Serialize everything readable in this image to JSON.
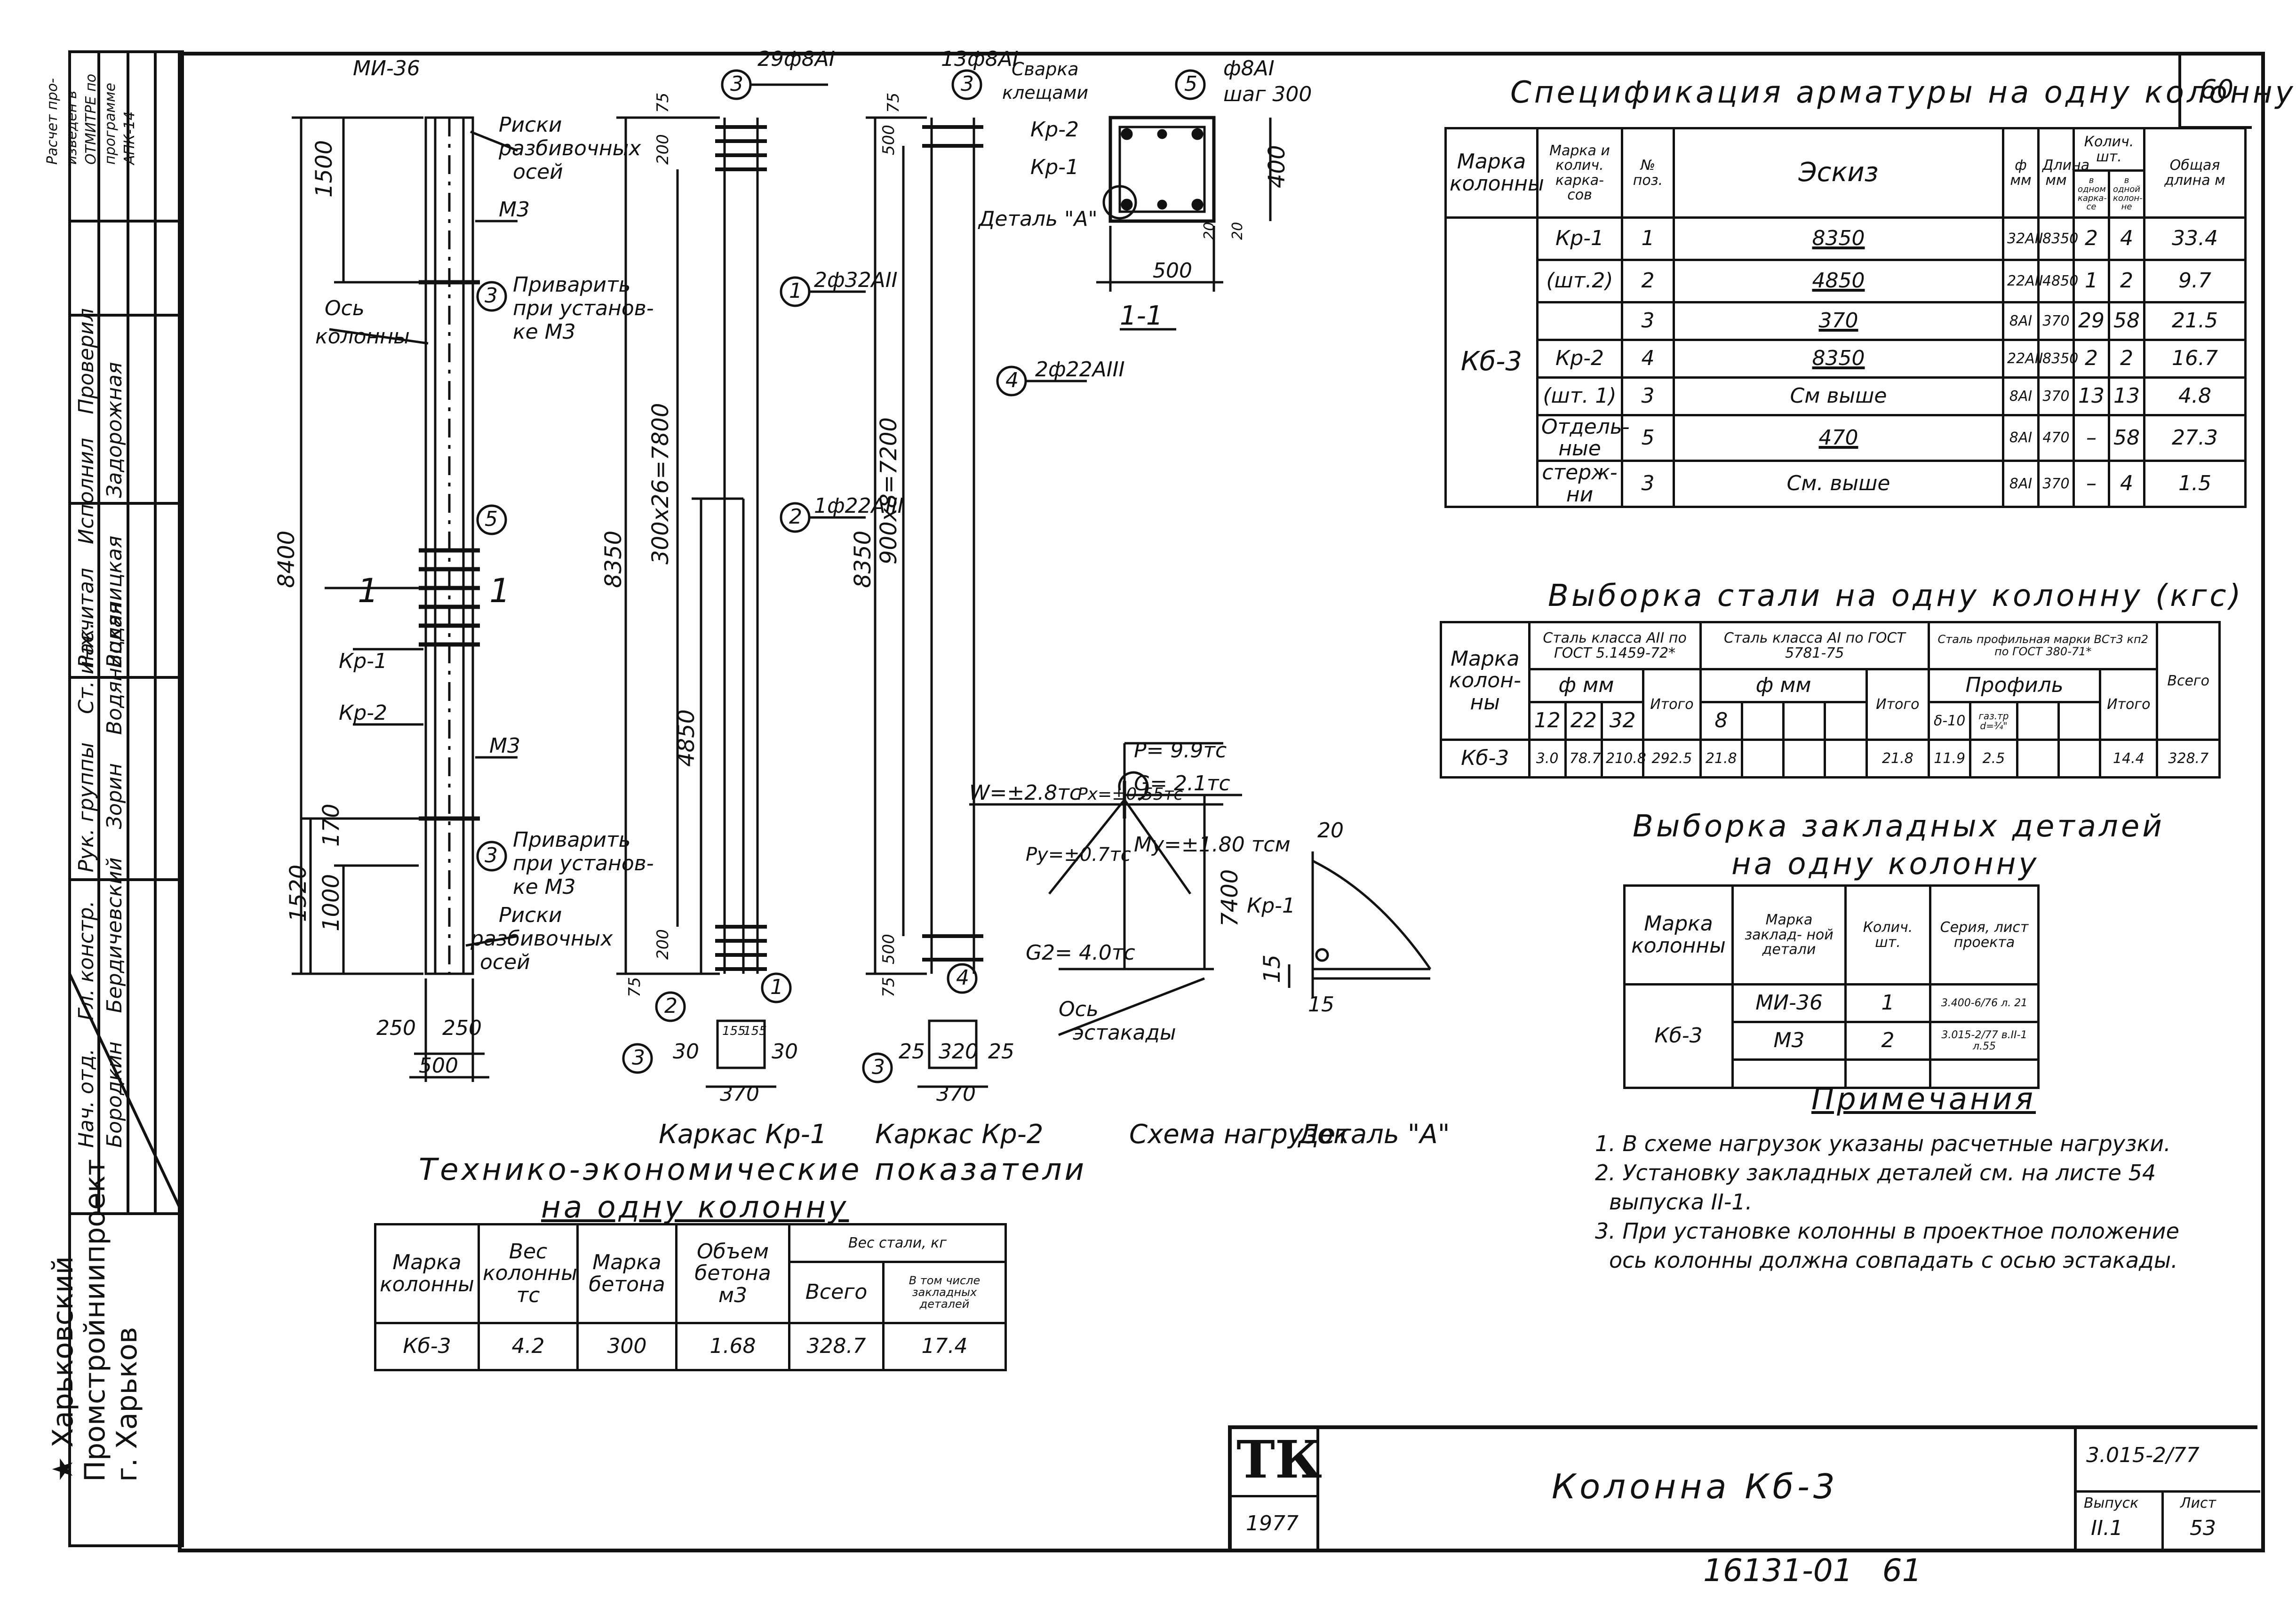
{
  "stamp": {
    "rows": [
      [
        "Нач. отд.",
        "Гл. констр.",
        "Рук. группы",
        "Ст. инж."
      ],
      [
        "Бородкин",
        "Бердичевский",
        "Зорин",
        "Водяницкая"
      ],
      [
        "Расчитал",
        "Исполнил",
        "Проверил"
      ],
      [
        "Водяницкая",
        "Задорожная"
      ],
      [
        "Расчет про-",
        "изведен в",
        "ОТМИТРЕ по",
        "программе",
        "АПК-14"
      ]
    ],
    "org": [
      "★ Харьковский",
      "Промстройниипроект",
      "г. Харьков"
    ]
  },
  "drawing": {
    "elev_labels": {
      "mi": "МИ-36",
      "riski": "Риски",
      "razb": "разбивочных",
      "osei": "осей",
      "m3": "М3",
      "privarit": "Приварить",
      "pri_ust": "при установ-",
      "ke_m3": "ке М3",
      "os": "Ось",
      "kolonny": "колонны",
      "kr1": "Кр-1",
      "kr2": "Кр-2",
      "d1500": "1500",
      "d8400": "8400",
      "d250a": "250",
      "d250b": "250",
      "d500": "500",
      "d1520": "1520",
      "d1000": "1000",
      "d170": "170",
      "sec1": "1",
      "sec1b": "1",
      "n3a": "3",
      "n3b": "3",
      "n5": "5"
    },
    "kr1": {
      "top": "29ф8АI",
      "n3": "3",
      "n1": "1",
      "bar1": "2ф32АII",
      "n2": "2",
      "bar2": "1ф22АIII",
      "d8350": "8350",
      "d7800": "300х26=7800",
      "d4850": "4850",
      "d75a": "75",
      "d200a": "200",
      "d200b": "200",
      "d75b": "75",
      "sec_3": "3",
      "sec_2": "2",
      "sec_1": "1",
      "sec_30a": "30",
      "sec_30b": "30",
      "sec_155a": "155",
      "sec_155b": "155",
      "sec_370": "370",
      "caption": "Каркас Кр-1"
    },
    "kr2": {
      "top": "13ф8АI",
      "n3": "3",
      "n4": "4",
      "bar4": "2ф22АIII",
      "d8350": "8350",
      "d7200": "900х8=7200",
      "d75a": "75",
      "d500a": "500",
      "d500b": "500",
      "d75b": "75",
      "sec_3": "3",
      "sec_4": "4",
      "sec_25a": "25",
      "sec_25b": "25",
      "sec_320": "320",
      "sec_370": "370",
      "caption": "Каркас Кр-2"
    },
    "section": {
      "svarka": "Сварка",
      "kleshch": "клещами",
      "n5": "5",
      "f8": "ф8АI",
      "shag": "шаг 300",
      "kr2": "Кр-2",
      "kr1": "Кр-1",
      "detal": "Деталь \"А\"",
      "d400": "400",
      "d20a": "20",
      "d20b": "20",
      "d500": "500",
      "caption": "1-1"
    },
    "loads": {
      "p": "P= 9.9тс",
      "g": "G= 2.1тс",
      "w": "W=±2.8тс",
      "px": "Px=±0.55тс",
      "py": "Py=±0.7тс",
      "my": "My=±1.80 тсм",
      "g2": "G2= 4.0тс",
      "d7400": "7400",
      "os": "Ось",
      "estakady": "эстакады",
      "caption": "Схема нагрузок"
    },
    "detail_a": {
      "d20": "20",
      "kr1": "Кр-1",
      "d15a": "15",
      "d15b": "15",
      "caption": "Деталь \"А\""
    }
  },
  "spec": {
    "title": "Спецификация арматуры на одну колонну",
    "sheet_no": "60",
    "headers": {
      "marka_kol": "Марка колонны",
      "marka_kark": "Марка и колич. карка- сов",
      "poz": "№ поз.",
      "eskiz": "Эскиз",
      "phi": "ф мм",
      "dlina": "Длина мм",
      "kolich": "Колич. шт.",
      "v_odnom": "в одном карка- се",
      "v_odnoi": "в одной колон- не",
      "obshch": "Общая длина м"
    },
    "column_mark": "Кб-3",
    "rows": [
      {
        "group": "Кр-1",
        "poz": "1",
        "eskiz": "8350",
        "phi": "32АII",
        "len": "8350",
        "q1": "2",
        "q2": "4",
        "total": "33.4"
      },
      {
        "group": "(шт.2)",
        "poz": "2",
        "eskiz": "4850",
        "phi": "22АII",
        "len": "4850",
        "q1": "1",
        "q2": "2",
        "total": "9.7"
      },
      {
        "group": "",
        "poz": "3",
        "eskiz": "370",
        "phi": "8АI",
        "len": "370",
        "q1": "29",
        "q2": "58",
        "total": "21.5"
      },
      {
        "group": "Кр-2",
        "poz": "4",
        "eskiz": "8350",
        "phi": "22АII",
        "len": "8350",
        "q1": "2",
        "q2": "2",
        "total": "16.7"
      },
      {
        "group": "(шт. 1)",
        "poz": "3",
        "eskiz": "См выше",
        "phi": "8АI",
        "len": "370",
        "q1": "13",
        "q2": "13",
        "total": "4.8"
      },
      {
        "group": "Отдель- ные",
        "poz": "5",
        "eskiz": "470",
        "phi": "8АI",
        "len": "470",
        "q1": "–",
        "q2": "58",
        "total": "27.3"
      },
      {
        "group": "стерж- ни",
        "poz": "3",
        "eskiz": "См. выше",
        "phi": "8АI",
        "len": "370",
        "q1": "–",
        "q2": "4",
        "total": "1.5"
      }
    ]
  },
  "steel": {
    "title": "Выборка стали на одну колонну (кгс)",
    "h_marka": "Марка колон- ны",
    "h_aiii": "Сталь класса АII по ГОСТ 5.1459-72*",
    "h_ai": "Сталь класса АI по ГОСТ 5781-75",
    "h_prof": "Сталь профильная марки ВСт3 кп2 по ГОСТ 380-71*",
    "h_phi_a": "ф мм",
    "h_phi_b": "ф мм",
    "h_profil": "Профиль",
    "h_12": "12",
    "h_22": "22",
    "h_32": "32",
    "h_itogo1": "Итого",
    "h_8": "8",
    "h_itogo2": "Итого",
    "h_d10": "δ-10",
    "h_gazo": "газ.тр d=¾\"",
    "h_itogo3": "Итого",
    "h_vsego": "Всего",
    "row": {
      "marka": "Кб-3",
      "v12": "3.0",
      "v22": "78.7",
      "v32": "210.8",
      "itogo1": "292.5",
      "v8": "21.8",
      "itogo2": "21.8",
      "vd10": "11.9",
      "vgazo": "2.5",
      "itogo3": "14.4",
      "vsego": "328.7"
    }
  },
  "embedded": {
    "title1": "Выборка закладных деталей",
    "title2": "на одну колонну",
    "h_marka": "Марка колонны",
    "h_zakl": "Марка заклад- ной детали",
    "h_kol": "Колич. шт.",
    "h_seria": "Серия, лист проекта",
    "column_mark": "Кб-3",
    "rows": [
      {
        "mark": "МИ-36",
        "qty": "1",
        "ref": "3.400-6/76 л. 21"
      },
      {
        "mark": "М3",
        "qty": "2",
        "ref": "3.015-2/77 в.II-1 л.55"
      }
    ]
  },
  "notes": {
    "title": "Примечания",
    "items": [
      "1. В схеме нагрузок указаны расчетные нагрузки.",
      "2. Установку закладных деталей см. на листе 54",
      "выпуска II-1.",
      "3. При установке колонны в проектное положение",
      "ось колонны должна совпадать с осью эстакады."
    ]
  },
  "tep": {
    "title1": "Технико-экономические показатели",
    "title2": "на одну колонну",
    "h_marka": "Марка колонны",
    "h_ves": "Вес колонны тс",
    "h_beton": "Марка бетона",
    "h_obem": "Объем бетона м3",
    "h_stal": "Вес стали, кг",
    "h_vsego": "Всего",
    "h_zakl": "В том числе закладных деталей",
    "row": {
      "marka": "Кб-3",
      "ves": "4.2",
      "beton": "300",
      "obem": "1.68",
      "vsego": "328.7",
      "zakl": "17.4"
    }
  },
  "titleblock": {
    "logo": "ТК",
    "year": "1977",
    "name": "Колонна Кб-3",
    "series": "3.015-2/77",
    "vypusk_h": "Выпуск",
    "vypusk": "II.1",
    "list_h": "Лист",
    "list": "53"
  },
  "footer": "16131-01   61"
}
